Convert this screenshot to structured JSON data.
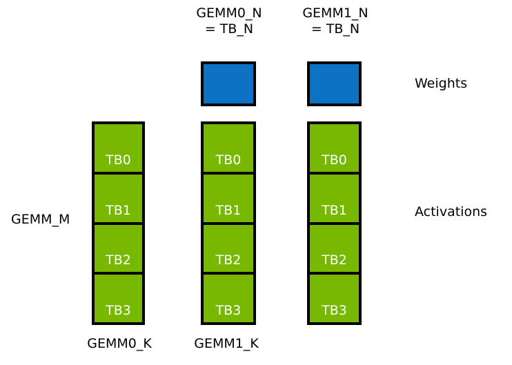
{
  "diagram": {
    "title": "GEMM tile-block partitioning diagram",
    "colors": {
      "weights_fill": "#0b72c4",
      "activations_fill": "#76b900",
      "border": "#000000",
      "cell_text": "#ffffff",
      "label_text": "#000000",
      "background": "#ffffff"
    },
    "top_labels": [
      {
        "text": "GEMM0_N\n= TB_N"
      },
      {
        "text": "GEMM1_N\n= TB_N"
      }
    ],
    "bottom_labels": [
      {
        "text": "GEMM0_K"
      },
      {
        "text": "GEMM1_K"
      }
    ],
    "left_label": "GEMM_M",
    "side_labels": {
      "weights": "Weights",
      "activations": "Activations"
    },
    "weight_boxes": [
      {
        "name": "gemm0-weight-tile",
        "label": ""
      },
      {
        "name": "gemm1-weight-tile",
        "label": ""
      }
    ],
    "activation_columns": [
      {
        "name": "gemm-m-column",
        "cells": [
          {
            "label": "TB0"
          },
          {
            "label": "TB1"
          },
          {
            "label": "TB2"
          },
          {
            "label": "TB3"
          }
        ]
      },
      {
        "name": "gemm0-activation-column",
        "cells": [
          {
            "label": "TB0"
          },
          {
            "label": "TB1"
          },
          {
            "label": "TB2"
          },
          {
            "label": "TB3"
          }
        ]
      },
      {
        "name": "gemm1-activation-column",
        "cells": [
          {
            "label": "TB0"
          },
          {
            "label": "TB1"
          },
          {
            "label": "TB2"
          },
          {
            "label": "TB3"
          }
        ]
      }
    ]
  }
}
